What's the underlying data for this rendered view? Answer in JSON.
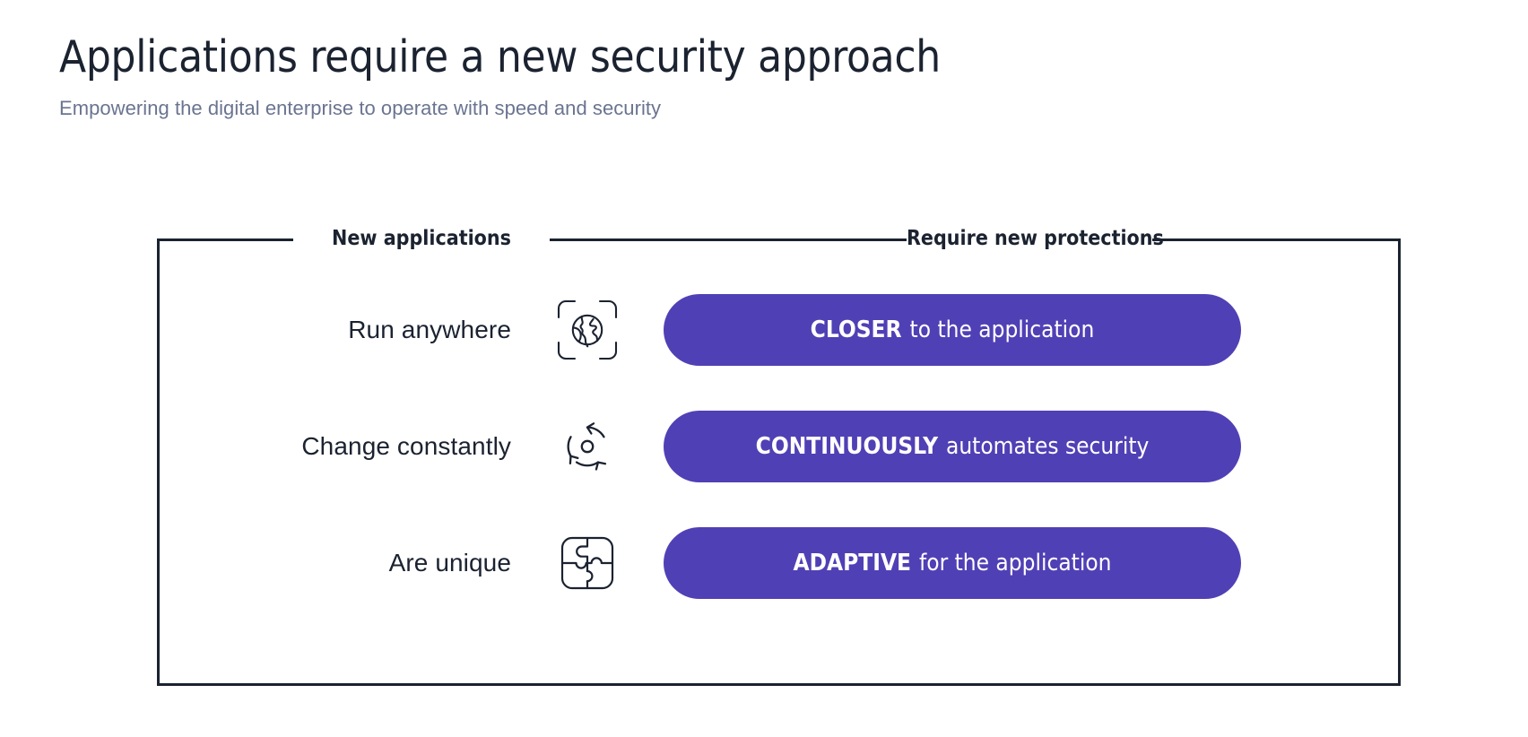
{
  "header": {
    "title": "Applications require a new security approach",
    "subtitle": "Empowering the digital enterprise to operate with speed and security"
  },
  "diagram": {
    "column_headers": {
      "left": "New applications",
      "right": "Require new protections"
    },
    "accent_color": "#5040b5",
    "ink_color": "#1b2230",
    "rows": [
      {
        "label": "Run anywhere",
        "icon": "globe-scan-icon",
        "pill_strong": "CLOSER",
        "pill_rest": "to the application"
      },
      {
        "label": "Change constantly",
        "icon": "refresh-cycle-icon",
        "pill_strong": "CONTINUOUSLY",
        "pill_rest": "automates security"
      },
      {
        "label": "Are unique",
        "icon": "puzzle-icon",
        "pill_strong": "ADAPTIVE",
        "pill_rest": "for the application"
      }
    ]
  }
}
